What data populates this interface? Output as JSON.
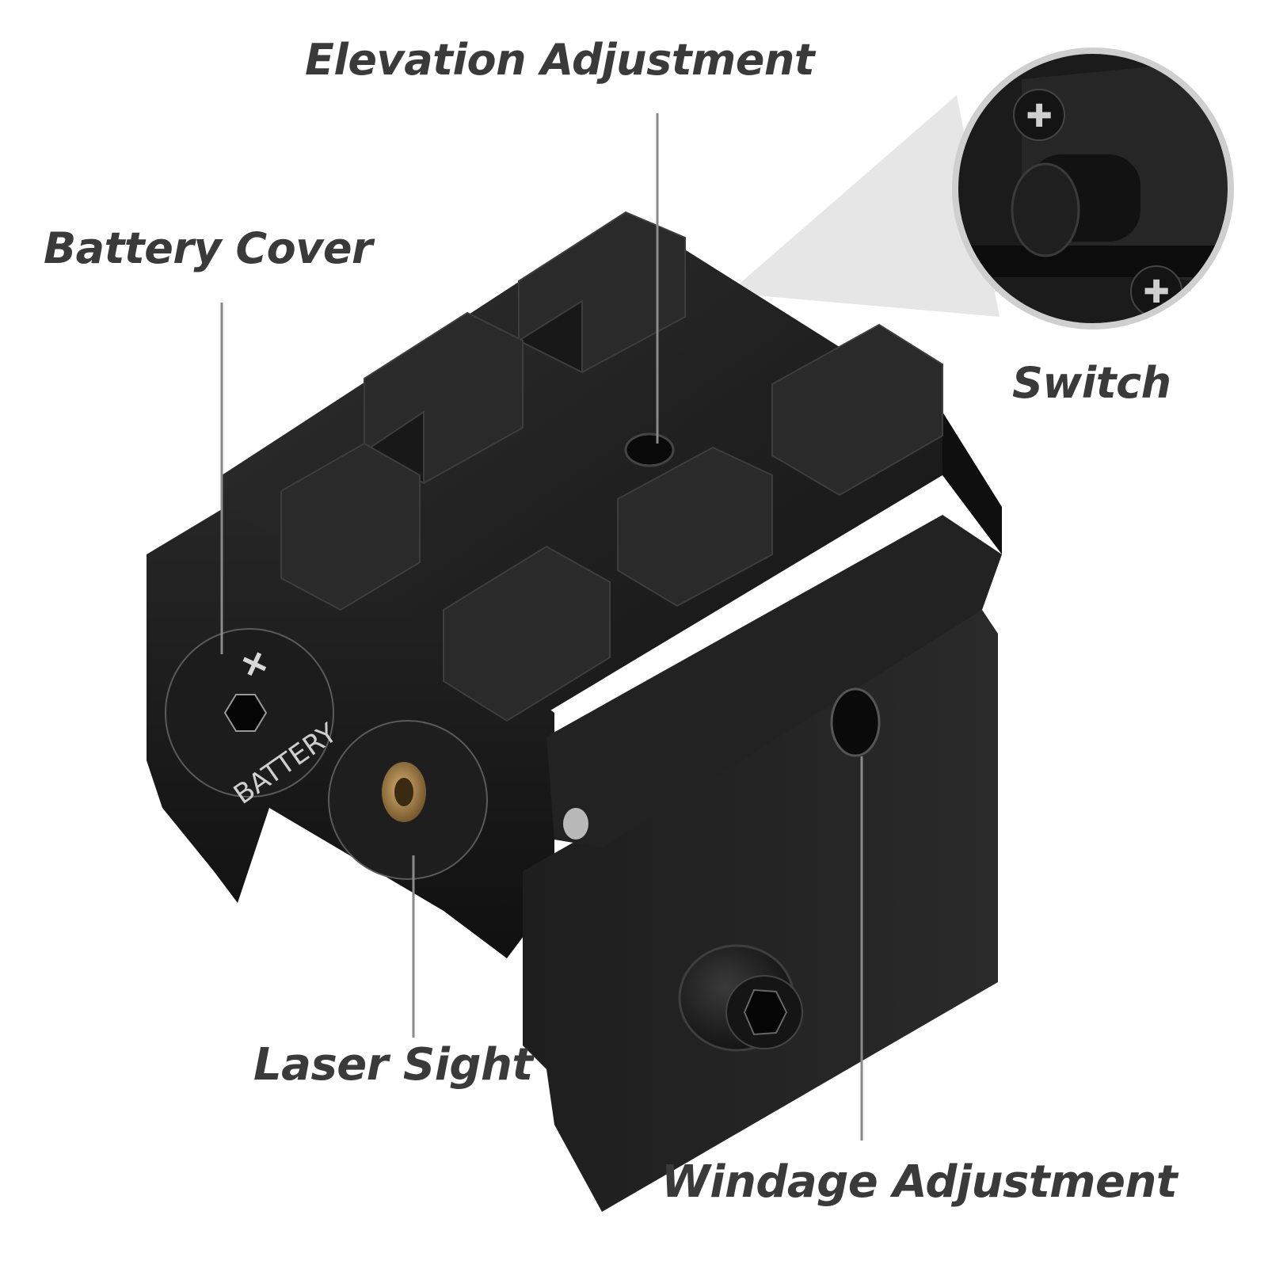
{
  "labels": {
    "elevation": "Elevation Adjustment",
    "battery": "Battery Cover",
    "switch": "Switch",
    "laser": "Laser Sight",
    "windage": "Windage Adjustment"
  },
  "engraving": {
    "battery_text": "BATTERY",
    "plus": "+"
  },
  "colors": {
    "label_text": "#3a3a3a",
    "device_body": "#1b1b1b",
    "leader_line": "#8a8a8a",
    "brass_emitter": "#a8844a",
    "background": "#ffffff"
  }
}
